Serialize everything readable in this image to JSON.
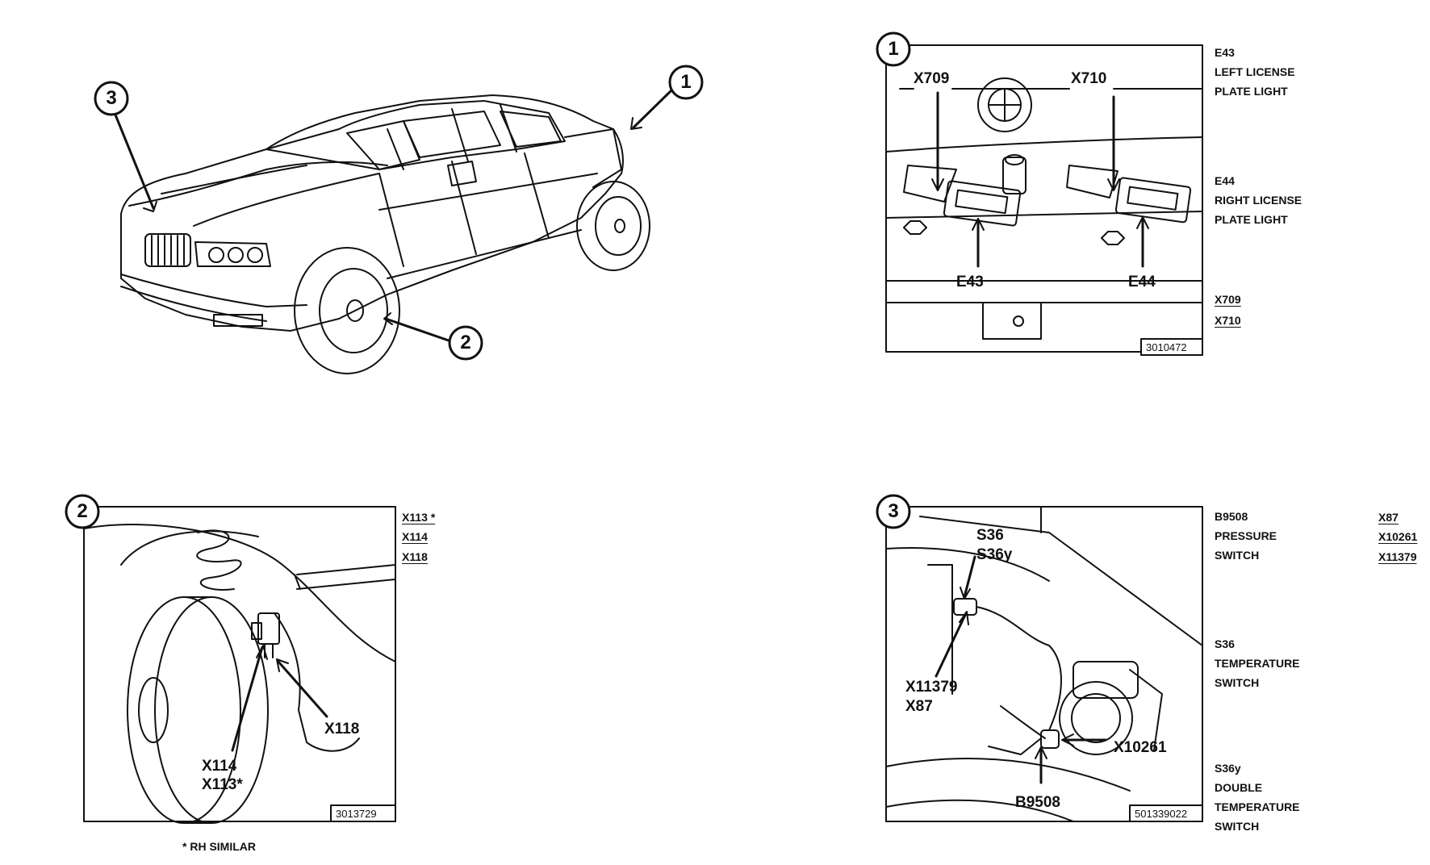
{
  "callouts": {
    "c1": "1",
    "c2": "2",
    "c3": "3"
  },
  "panel1": {
    "callout": "1",
    "label_x709": "X709",
    "label_x710": "X710",
    "label_e43": "E43",
    "label_e44": "E44",
    "ref_number": "3010472",
    "legend": [
      {
        "code": "E43",
        "line1": "LEFT LICENSE",
        "line2": "PLATE LIGHT"
      },
      {
        "code": "E44",
        "line1": "RIGHT LICENSE",
        "line2": "PLATE LIGHT"
      }
    ],
    "connectors": [
      "X709",
      "X710"
    ]
  },
  "panel2": {
    "callout": "2",
    "label_x118": "X118",
    "label_x114": "X114",
    "label_x113": "X113*",
    "ref_number": "3013729",
    "connectors": [
      "X113 *",
      "X114",
      "X118"
    ],
    "footnote": "* RH SIMILAR"
  },
  "panel3": {
    "callout": "3",
    "label_s36": "S36",
    "label_s36y": "S36y",
    "label_x11379": "X11379",
    "label_x87": "X87",
    "label_x10261": "X10261",
    "label_b9508": "B9508",
    "ref_number": "501339022",
    "legend": [
      {
        "code": "B9508",
        "lines": [
          "PRESSURE",
          "SWITCH"
        ]
      },
      {
        "code": "S36",
        "lines": [
          "TEMPERATURE",
          "SWITCH"
        ]
      },
      {
        "code": "S36y",
        "lines": [
          "DOUBLE",
          "TEMPERATURE",
          "SWITCH"
        ]
      }
    ],
    "connectors": [
      "X87",
      "X10261",
      "X11379"
    ]
  }
}
